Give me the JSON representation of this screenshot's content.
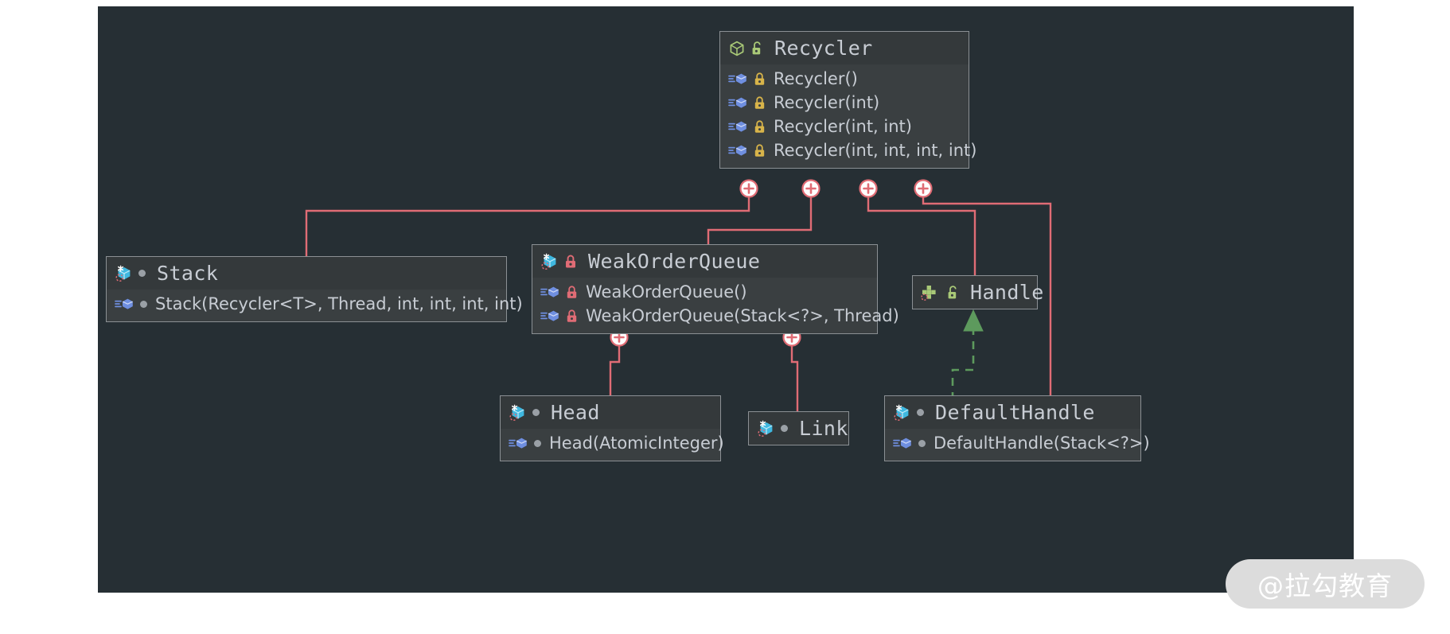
{
  "canvas": {
    "background": "#262f34",
    "page_background": "#ffffff"
  },
  "colors": {
    "node_background": "#3a3f41",
    "node_header_background": "#34393b",
    "node_border": "#8b9094",
    "text": "#c8cdd4",
    "association_line": "#e06c75",
    "inheritance_line": "#5d9a5d",
    "icon_green": "#a9c977",
    "icon_blue": "#6f8fe0",
    "icon_cyan": "#3fb8e0",
    "lock_yellow": "#d8b44a",
    "lock_red": "#e06c75",
    "lock_green": "#a9c977",
    "visibility_dot": "#9aa0a6"
  },
  "diagram": {
    "type": "uml-class-diagram",
    "nodes": [
      {
        "id": "recycler",
        "name": "Recycler",
        "kind": "class",
        "class_icon": "green-cube-icon",
        "visibility_icon": "green-unlocked-padlock-icon",
        "members": [
          {
            "label": "Recycler()",
            "member_icon": "blue-method-icon",
            "visibility_icon": "yellow-locked-padlock-icon"
          },
          {
            "label": "Recycler(int)",
            "member_icon": "blue-method-icon",
            "visibility_icon": "yellow-locked-padlock-icon"
          },
          {
            "label": "Recycler(int, int)",
            "member_icon": "blue-method-icon",
            "visibility_icon": "yellow-locked-padlock-icon"
          },
          {
            "label": "Recycler(int, int, int, int)",
            "member_icon": "blue-method-icon",
            "visibility_icon": "yellow-locked-padlock-icon"
          }
        ]
      },
      {
        "id": "stack",
        "name": "Stack",
        "kind": "inner-class",
        "class_icon": "cyan-final-cube-icon",
        "visibility_icon": "gray-dot-icon",
        "members": [
          {
            "label": "Stack(Recycler<T>, Thread, int, int, int, int)",
            "member_icon": "blue-method-icon",
            "visibility_icon": "gray-dot-icon"
          }
        ]
      },
      {
        "id": "weakorderqueue",
        "name": "WeakOrderQueue",
        "kind": "inner-class",
        "class_icon": "cyan-final-cube-icon",
        "visibility_icon": "red-locked-padlock-icon",
        "members": [
          {
            "label": "WeakOrderQueue()",
            "member_icon": "blue-method-icon",
            "visibility_icon": "red-locked-padlock-icon"
          },
          {
            "label": "WeakOrderQueue(Stack<?>, Thread)",
            "member_icon": "blue-method-icon",
            "visibility_icon": "red-locked-padlock-icon"
          }
        ]
      },
      {
        "id": "handle",
        "name": "Handle",
        "kind": "interface",
        "class_icon": "green-interface-icon",
        "visibility_icon": "green-unlocked-padlock-icon",
        "members": []
      },
      {
        "id": "head",
        "name": "Head",
        "kind": "inner-class",
        "class_icon": "cyan-final-cube-icon",
        "visibility_icon": "gray-dot-icon",
        "members": [
          {
            "label": "Head(AtomicInteger)",
            "member_icon": "blue-method-icon",
            "visibility_icon": "gray-dot-icon"
          }
        ]
      },
      {
        "id": "link",
        "name": "Link",
        "kind": "inner-class",
        "class_icon": "cyan-final-cube-icon",
        "visibility_icon": "gray-dot-icon",
        "members": []
      },
      {
        "id": "defaulthandle",
        "name": "DefaultHandle",
        "kind": "inner-class",
        "class_icon": "cyan-final-cube-icon",
        "visibility_icon": "gray-dot-icon",
        "members": [
          {
            "label": "DefaultHandle(Stack<?>)",
            "member_icon": "blue-method-icon",
            "visibility_icon": "gray-dot-icon"
          }
        ]
      }
    ],
    "edges": [
      {
        "from": "recycler",
        "to": "stack",
        "style": "solid",
        "color": "#e06c75",
        "marker": "plus-badge"
      },
      {
        "from": "recycler",
        "to": "weakorderqueue",
        "style": "solid",
        "color": "#e06c75",
        "marker": "plus-badge"
      },
      {
        "from": "recycler",
        "to": "handle",
        "style": "solid",
        "color": "#e06c75",
        "marker": "plus-badge"
      },
      {
        "from": "recycler",
        "to": "defaulthandle",
        "style": "solid",
        "color": "#e06c75",
        "marker": "plus-badge"
      },
      {
        "from": "weakorderqueue",
        "to": "head",
        "style": "solid",
        "color": "#e06c75",
        "marker": "plus-badge"
      },
      {
        "from": "weakorderqueue",
        "to": "link",
        "style": "solid",
        "color": "#e06c75",
        "marker": "plus-badge"
      },
      {
        "from": "defaulthandle",
        "to": "handle",
        "style": "dashed",
        "color": "#5d9a5d",
        "marker": "hollow-triangle-arrow"
      }
    ]
  },
  "watermark": {
    "text": "@拉勾教育"
  }
}
